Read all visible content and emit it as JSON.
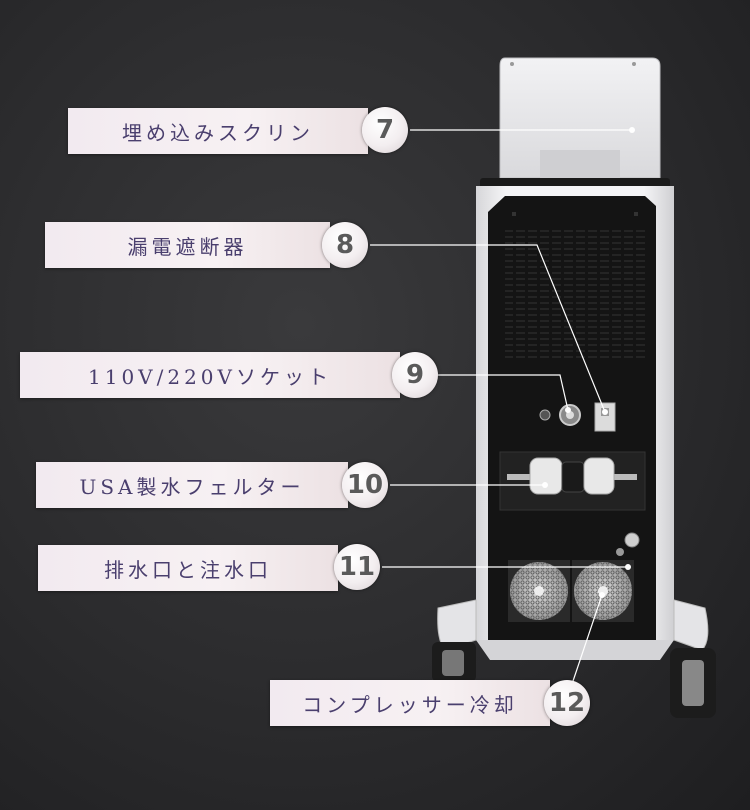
{
  "callouts": [
    {
      "id": "7",
      "number": "7",
      "label": "埋め込みスクリン"
    },
    {
      "id": "8",
      "number": "8",
      "label": "漏電遮断器"
    },
    {
      "id": "9",
      "number": "9",
      "label": "110V/220Vソケット"
    },
    {
      "id": "10",
      "number": "10",
      "label": "USA製水フェルター"
    },
    {
      "id": "11",
      "number": "11",
      "label": "排水口と注水口"
    },
    {
      "id": "12",
      "number": "12",
      "label": "コンプレッサー冷却"
    }
  ],
  "colors": {
    "label_text": "#4a3f6e",
    "badge_text": "#5a5a5a",
    "leader_line": "#ffffff",
    "machine_panel": "#141414",
    "machine_shell": "#e9e9ec"
  }
}
